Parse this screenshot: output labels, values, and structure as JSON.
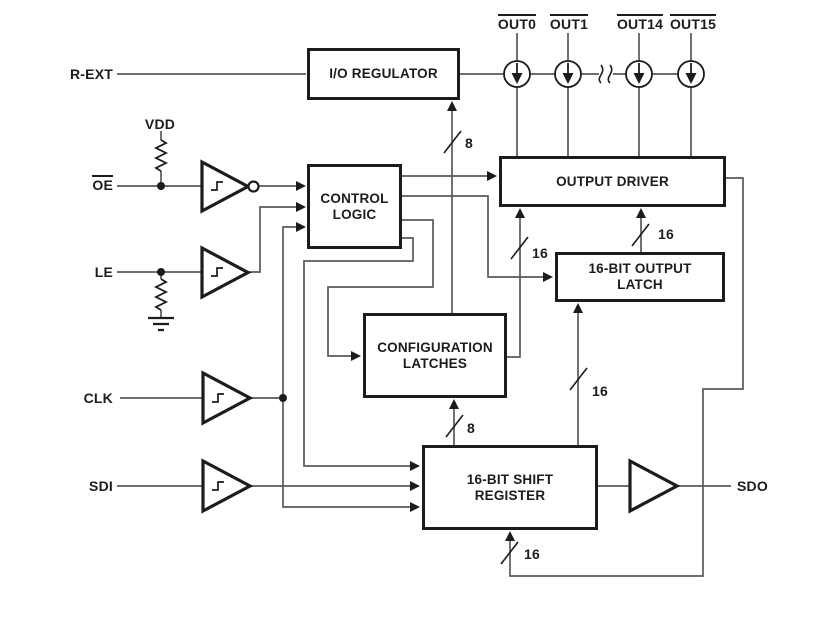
{
  "blocks": {
    "io_regulator": "I/O REGULATOR",
    "control_logic": "CONTROL LOGIC",
    "output_driver": "OUTPUT DRIVER",
    "output_latch": "16-BIT OUTPUT LATCH",
    "config_latches": "CONFIGURATION LATCHES",
    "shift_register": "16-BIT SHIFT REGISTER"
  },
  "pins": {
    "rext": "R-EXT",
    "vdd": "VDD",
    "oe": "OE",
    "le": "LE",
    "clk": "CLK",
    "sdi": "SDI",
    "sdo": "SDO",
    "outputs": [
      "OUT0",
      "OUT1",
      "OUT14",
      "OUT15"
    ]
  },
  "bus_widths": {
    "regulator_bus": "8",
    "config_input_bus": "8",
    "shift_to_latch_bus": "16",
    "latch_to_driver_bus": "16",
    "config_to_driver_bus": "16",
    "feedback_bus": "16"
  },
  "colors": {
    "ink": "#1c1c1c",
    "wire": "#5a5a5a",
    "background": "#ffffff"
  }
}
